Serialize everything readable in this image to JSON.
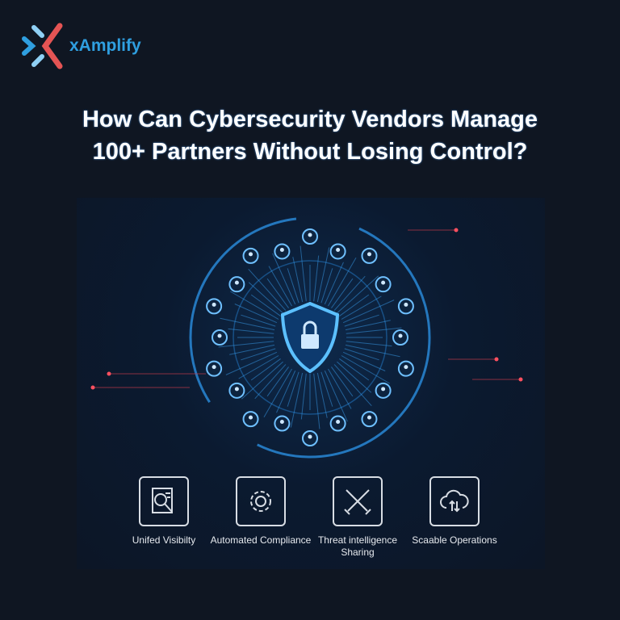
{
  "brand": {
    "name": "xAmplify",
    "colors": {
      "blue": "#2f9fe0",
      "red": "#e45454",
      "light": "#8fd0f5"
    }
  },
  "title": {
    "line1": "How Can Cybersecurity Vendors Manage",
    "line2": "100+ Partners Without Losing Control?"
  },
  "features": [
    {
      "icon": "document-search-icon",
      "label": "Unifed Visibilty"
    },
    {
      "icon": "gear-icon",
      "label": "Automated Compliance"
    },
    {
      "icon": "crossed-swords-icon",
      "label": "Threat intelligence Sharing"
    },
    {
      "icon": "cloud-sync-icon",
      "label": "Scaable Operations"
    }
  ]
}
